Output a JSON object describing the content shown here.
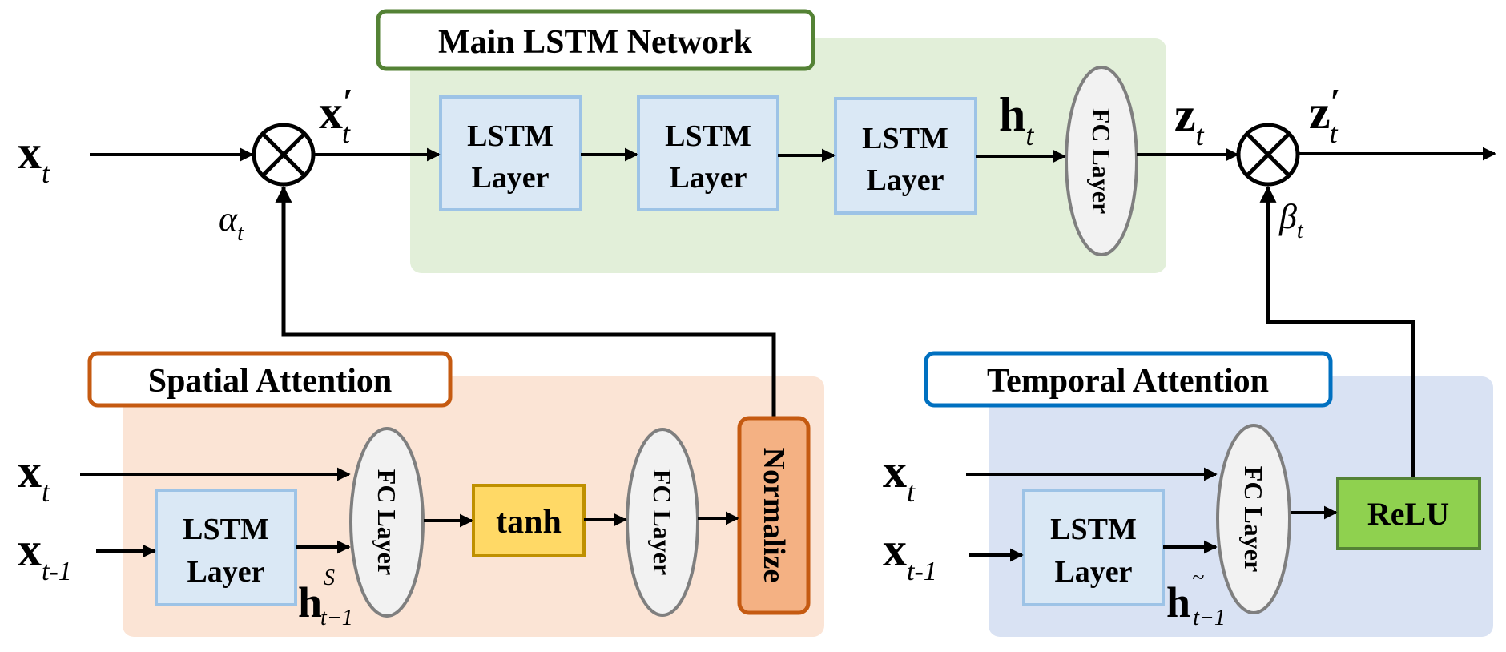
{
  "sections": {
    "main": {
      "title": "Main LSTM Network",
      "panel_color": "#e2efd9",
      "border_color": "#548235"
    },
    "spatial": {
      "title": "Spatial Attention",
      "panel_color": "#fbe4d5",
      "border_color": "#c55a11"
    },
    "temporal": {
      "title": "Temporal Attention",
      "panel_color": "#d9e2f3",
      "border_color": "#0070c0"
    }
  },
  "blocks": {
    "lstm_line1": "LSTM",
    "lstm_line2": "Layer",
    "fc": "FC Layer",
    "tanh": "tanh",
    "normalize": "Normalize",
    "relu": "ReLU"
  },
  "symbols": {
    "x": "x",
    "t": "t",
    "t_minus_1": "t-1",
    "t_minus_1_sub": "t−1",
    "prime": "′",
    "h": "h",
    "z": "z",
    "alpha": "α",
    "beta": "β",
    "S": "S",
    "tilde": "~"
  },
  "colors": {
    "lstm_fill": "#dae8f5",
    "lstm_stroke": "#9dc3e6",
    "fc_fill": "#f2f2f2",
    "fc_stroke": "#7f7f7f",
    "tanh_fill": "#ffd966",
    "tanh_stroke": "#bf9000",
    "normalize_fill": "#f4b183",
    "normalize_stroke": "#c55a11",
    "relu_fill": "#8fd14f",
    "relu_stroke": "#548235"
  }
}
